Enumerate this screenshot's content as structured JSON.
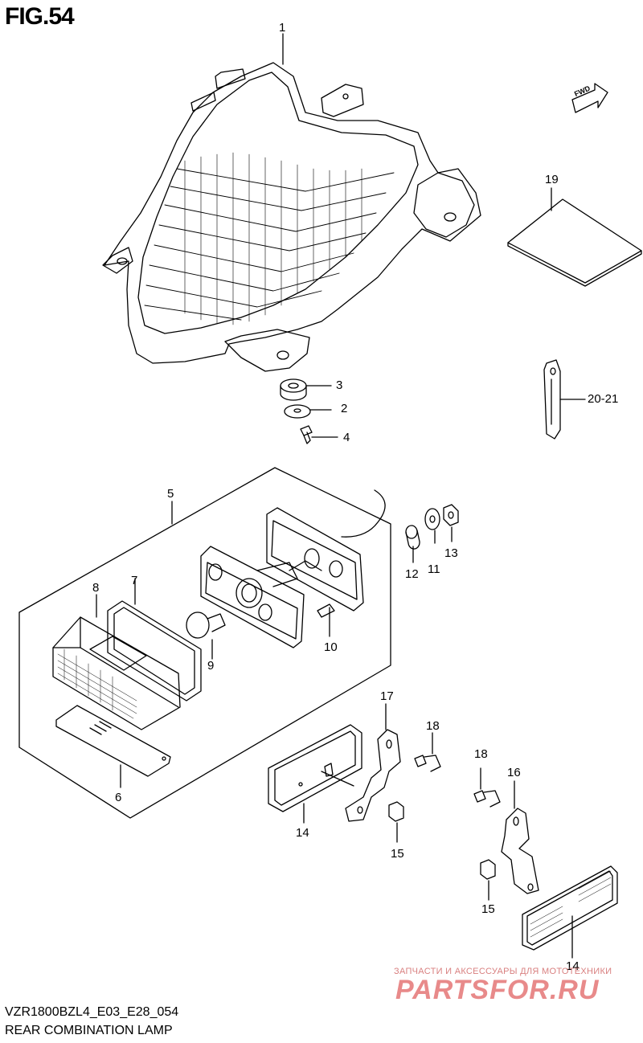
{
  "figure": {
    "title": "FIG.54"
  },
  "fwd_arrow": {
    "label": "FWD"
  },
  "callouts": {
    "c1": "1",
    "c2": "2",
    "c3": "3",
    "c4": "4",
    "c5": "5",
    "c6": "6",
    "c7": "7",
    "c8": "8",
    "c9": "9",
    "c10": "10",
    "c11": "11",
    "c12": "12",
    "c13": "13",
    "c14a": "14",
    "c14b": "14",
    "c15a": "15",
    "c15b": "15",
    "c16": "16",
    "c17": "17",
    "c18a": "18",
    "c18b": "18",
    "c19": "19",
    "c2021": "20-21"
  },
  "footer": {
    "model_code": "VZR1800BZL4_E03_E28_054",
    "caption": "REAR COMBINATION LAMP"
  },
  "watermark": {
    "tagline": "ЗАПЧАСТИ И АКСЕССУАРЫ ДЛЯ МОТОТЕХНИКИ",
    "logo": "PARTSFOR.RU"
  }
}
